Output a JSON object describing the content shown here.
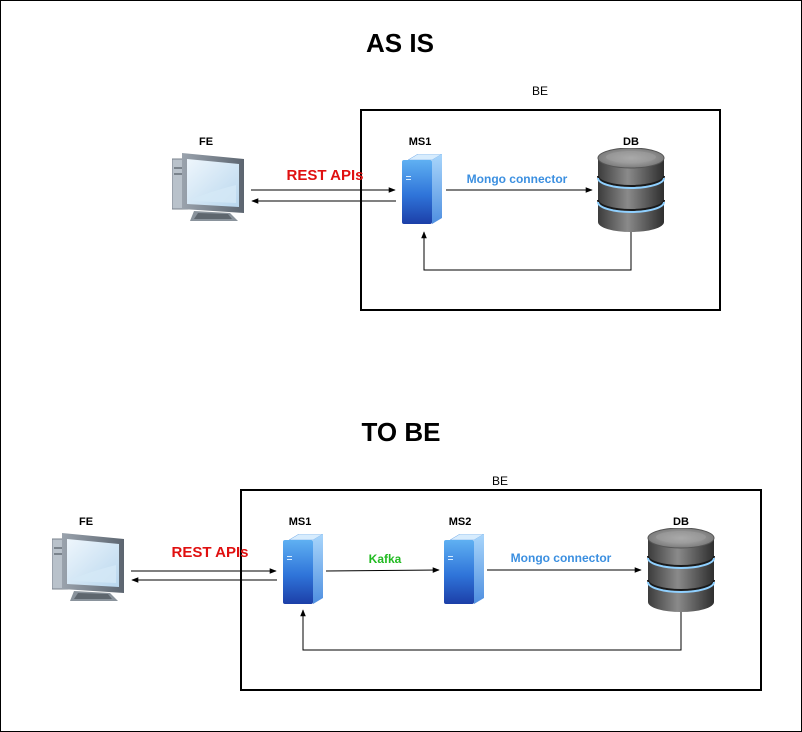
{
  "diagram": {
    "as_is": {
      "title": "AS IS",
      "be_label": "BE",
      "fe_label": "FE",
      "ms1_label": "MS1",
      "db_label": "DB",
      "rest_label": "REST APIs",
      "mongo_label": "Mongo connector"
    },
    "to_be": {
      "title": "TO BE",
      "be_label": "BE",
      "fe_label": "FE",
      "ms1_label": "MS1",
      "ms2_label": "MS2",
      "db_label": "DB",
      "rest_label": "REST APIs",
      "kafka_label": "Kafka",
      "mongo_label": "Mongo connector"
    }
  },
  "colors": {
    "rest": "#e01010",
    "mongo": "#3b8fe0",
    "kafka": "#22bb22",
    "line": "#000000"
  }
}
